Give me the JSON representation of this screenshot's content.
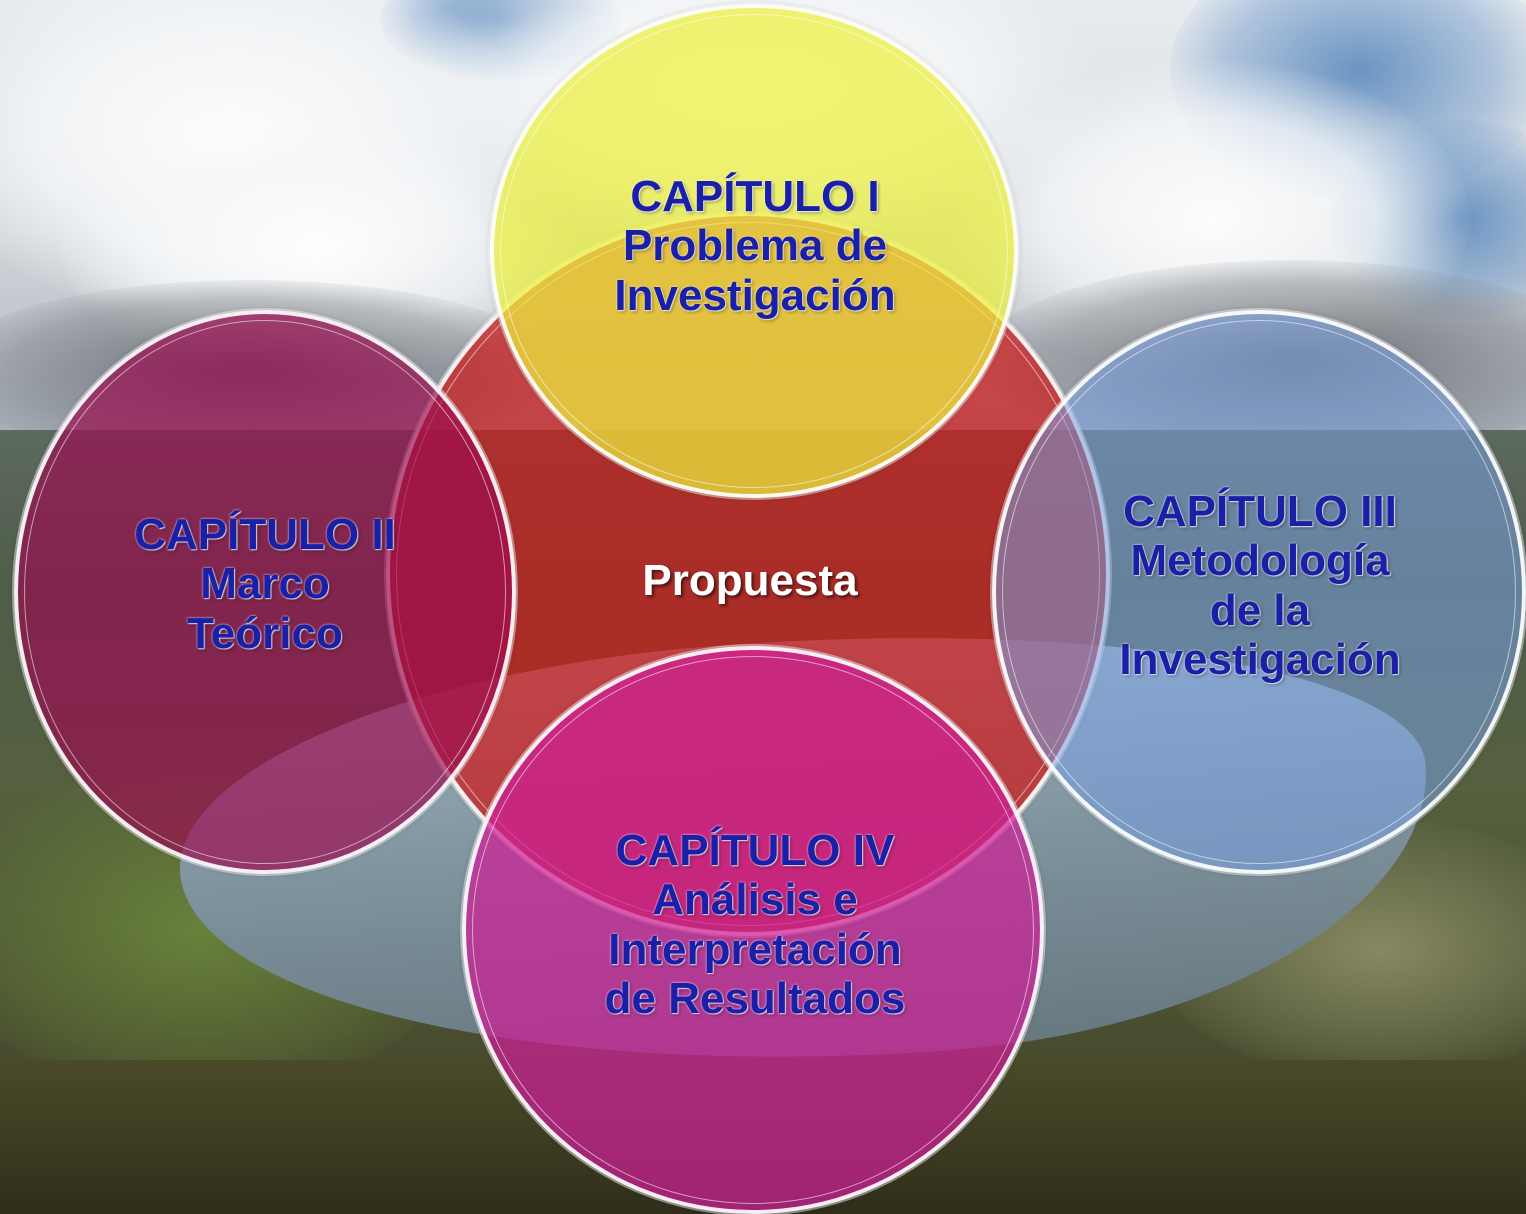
{
  "diagram": {
    "center": {
      "label": "Propuesta",
      "color": "#cd1a1a"
    },
    "nodes": [
      {
        "id": "top",
        "lines": [
          "CAPÍTULO I",
          "Problema de",
          "Investigación"
        ],
        "color": "#ecf03c"
      },
      {
        "id": "left",
        "lines": [
          "CAPÍTULO II",
          "Marco",
          "Teórico"
        ],
        "color": "#9b0a50"
      },
      {
        "id": "right",
        "lines": [
          "CAPÍTULO III",
          "Metodología",
          "de la",
          "Investigación"
        ],
        "color": "#78a0e1"
      },
      {
        "id": "bottom",
        "lines": [
          "CAPÍTULO IV",
          "Análisis e",
          "Interpretación",
          "de Resultados"
        ],
        "color": "#cd1e96"
      }
    ],
    "text_color": "#1a1fa8"
  }
}
